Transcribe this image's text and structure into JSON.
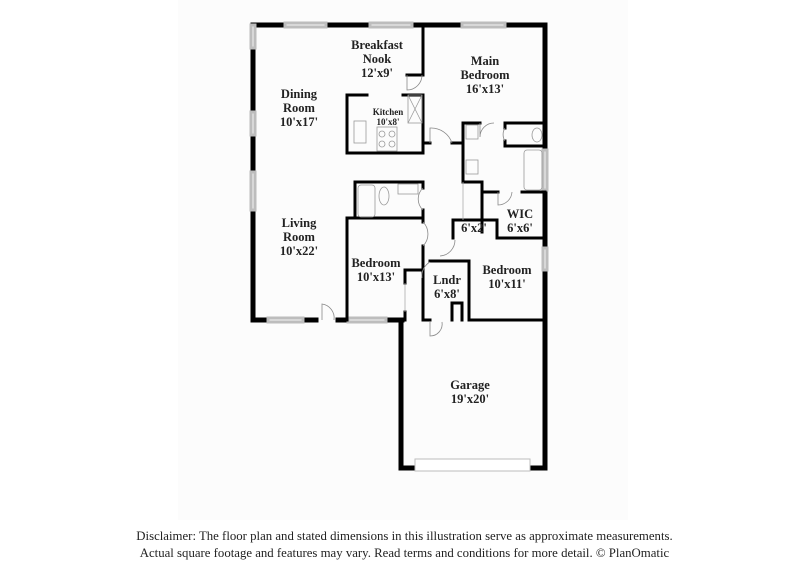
{
  "rooms": [
    {
      "id": "breakfast-nook",
      "name": "Breakfast Nook",
      "lines": [
        "Breakfast",
        "Nook"
      ],
      "dim": "12'x9'"
    },
    {
      "id": "main-bedroom",
      "name": "Main Bedroom",
      "lines": [
        "Main",
        "Bedroom"
      ],
      "dim": "16'x13'"
    },
    {
      "id": "dining-room",
      "name": "Dining Room",
      "lines": [
        "Dining",
        "Room"
      ],
      "dim": "10'x17'"
    },
    {
      "id": "kitchen",
      "name": "Kitchen",
      "lines": [
        "Kitchen"
      ],
      "dim": "10'x8'"
    },
    {
      "id": "living-room",
      "name": "Living Room",
      "lines": [
        "Living",
        "Room"
      ],
      "dim": "10'x22'"
    },
    {
      "id": "bedroom-2",
      "name": "Bedroom",
      "lines": [
        "Bedroom"
      ],
      "dim": "10'x13'"
    },
    {
      "id": "wic",
      "name": "WIC",
      "lines": [
        "WIC"
      ],
      "dim": "6'x6'"
    },
    {
      "id": "closet",
      "name": "",
      "lines": [],
      "dim": "6'x2'"
    },
    {
      "id": "laundry",
      "name": "Lndr",
      "lines": [
        "Lndr"
      ],
      "dim": "6'x8'"
    },
    {
      "id": "bedroom-3",
      "name": "Bedroom",
      "lines": [
        "Bedroom"
      ],
      "dim": "10'x11'"
    },
    {
      "id": "garage",
      "name": "Garage",
      "lines": [
        "Garage"
      ],
      "dim": "19'x20'"
    }
  ],
  "disclaimer": {
    "line1": "Disclaimer: The floor plan and stated dimensions in this illustration serve as approximate measurements.",
    "line2": "Actual square footage and features may vary. Read terms and conditions for more detail. © PlanOmatic"
  },
  "colors": {
    "wall": "#000000",
    "window": "#c8c8c8",
    "fixture": "#9a9a9a",
    "text": "#222222",
    "background": "#ffffff"
  }
}
